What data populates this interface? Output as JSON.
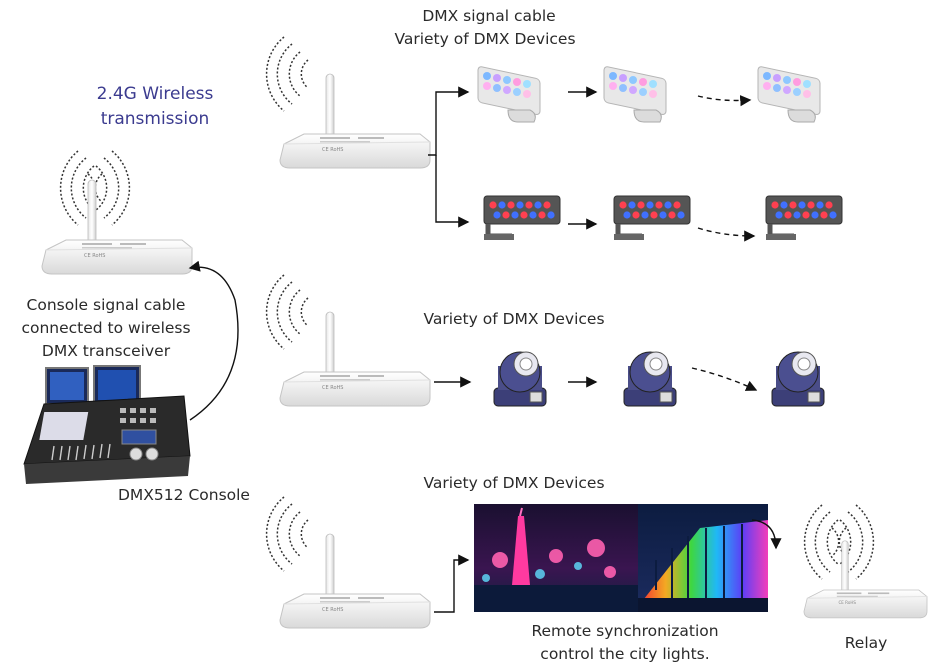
{
  "labels": {
    "dmx_cable_line1": "DMX signal cable",
    "dmx_cable_line2": "Variety of DMX Devices",
    "wireless_line1": "2.4G Wireless",
    "wireless_line2": "transmission",
    "console_cable_line1": "Console signal cable",
    "console_cable_line2": "connected to wireless",
    "console_cable_line3": "DMX transceiver",
    "console_name": "DMX512 Console",
    "row2_devices": "Variety of DMX Devices",
    "row3_devices": "Variety of DMX Devices",
    "remote_line1": "Remote synchronization",
    "remote_line2": "control the city lights.",
    "relay": "Relay"
  },
  "colors": {
    "text": "#2a2a2a",
    "accent_blue": "#3b3b8f",
    "device_body": "#f2f2f2",
    "arrow": "#111111"
  }
}
